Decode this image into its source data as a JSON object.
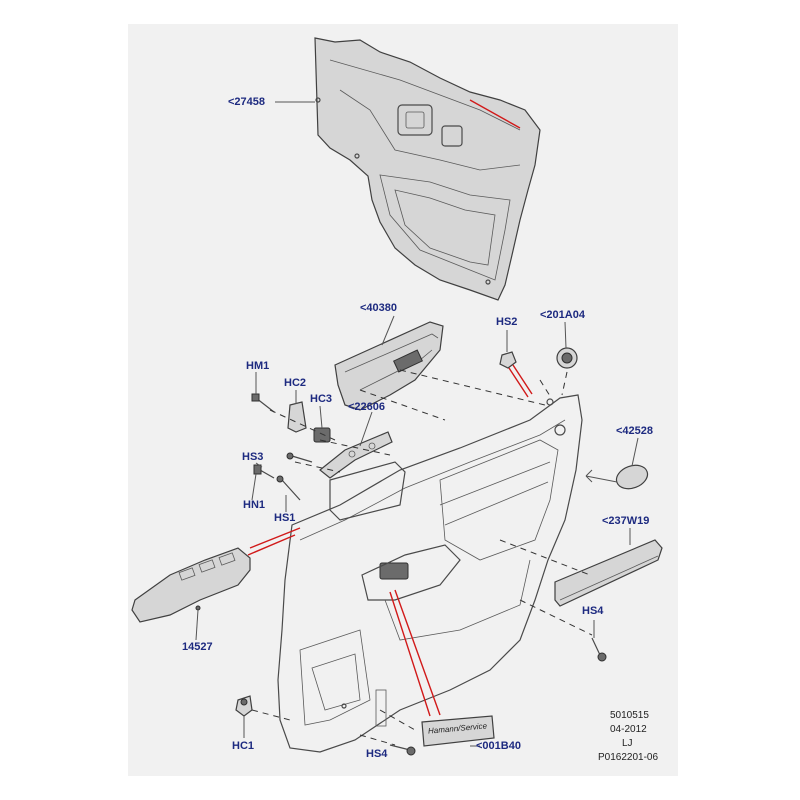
{
  "callouts": {
    "c27458": "<27458",
    "c40380": "<40380",
    "hs2": "HS2",
    "c201a04": "<201A04",
    "hm1": "HM1",
    "hc2": "HC2",
    "hc3": "HC3",
    "c22606": "<22606",
    "c42528": "<42528",
    "hs3": "HS3",
    "hn1": "HN1",
    "hs1": "HS1",
    "c237w19": "<237W19",
    "c14527": "14527",
    "hs4_right": "HS4",
    "hc1": "HC1",
    "hs4_bottom": "HS4",
    "c001b40": "<001B40"
  },
  "badge_text": "Hamann/Service",
  "footer": {
    "ref": "5010515",
    "date": "04-2012",
    "code": "LJ",
    "drawing": "P0162201-06"
  },
  "colors": {
    "label": "#1d2a80",
    "highlight_line": "#d11a1a",
    "background_panel": "#f1f1f1"
  }
}
